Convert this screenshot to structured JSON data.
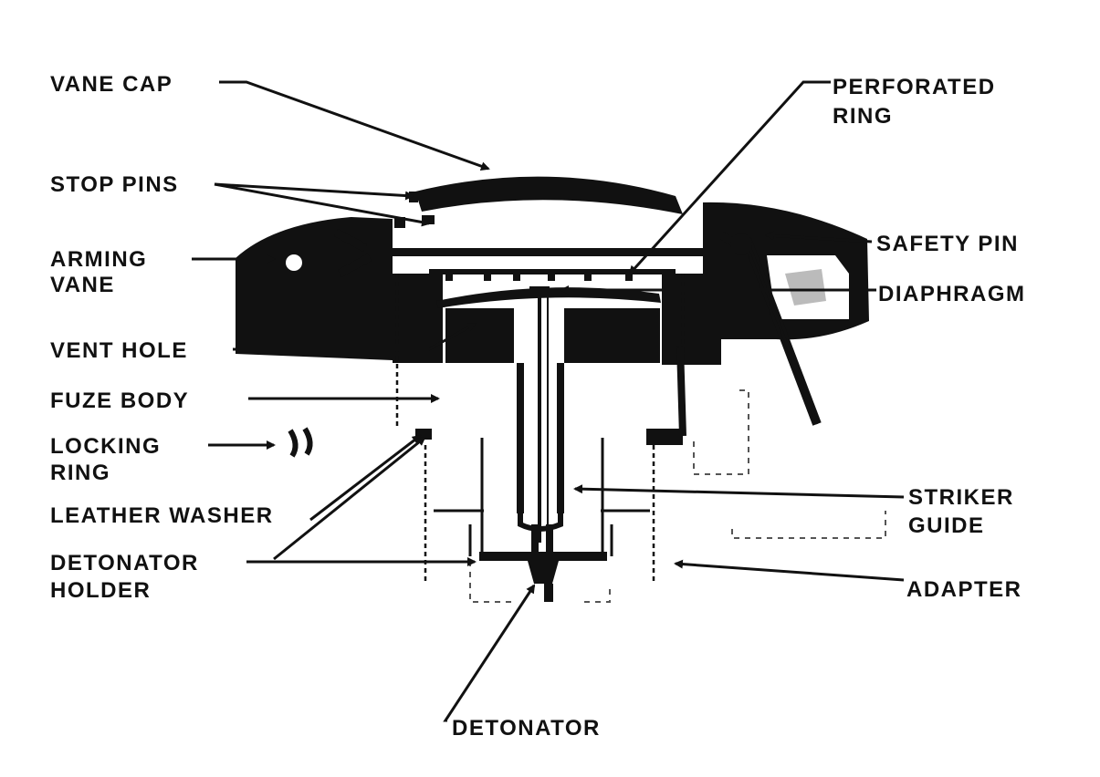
{
  "labels": {
    "vane_cap": "VANE CAP",
    "perforated_ring_1": "PERFORATED",
    "perforated_ring_2": "RING",
    "stop_pins": "STOP PINS",
    "arming_vane_1": "ARMING",
    "arming_vane_2": "VANE",
    "safety_pin": "SAFETY PIN",
    "diaphragm": "DIAPHRAGM",
    "vent_hole": "VENT HOLE",
    "fuze_body": "FUZE BODY",
    "locking_ring_1": "LOCKING",
    "locking_ring_2": "RING",
    "leather_washer": "LEATHER WASHER",
    "striker_guide_1": "STRIKER",
    "striker_guide_2": "GUIDE",
    "detonator_holder_1": "DETONATOR",
    "detonator_holder_2": "HOLDER",
    "adapter": "ADAPTER",
    "detonator": "DETONATOR"
  }
}
